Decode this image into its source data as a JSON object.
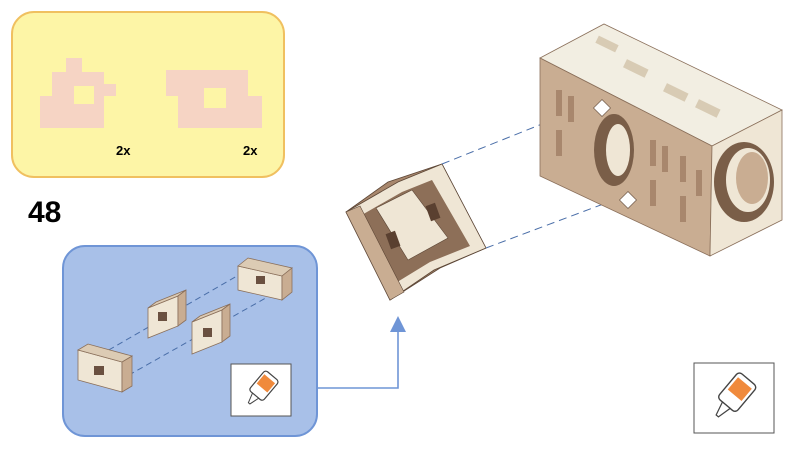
{
  "step": {
    "number": "48"
  },
  "parts_panel": {
    "parts": [
      {
        "name": "part-a",
        "quantity": "2x"
      },
      {
        "name": "part-b",
        "quantity": "2x"
      }
    ]
  },
  "subassembly_panel": {
    "tool": "glue-bottle-icon"
  },
  "main_tool": "glue-bottle-icon",
  "colors": {
    "parts_panel_bg": "#fdf5a6",
    "parts_panel_border": "#f0c060",
    "subassembly_panel_bg": "#a8c0e8",
    "subassembly_panel_border": "#6f95d6",
    "part_flat_fill": "#f6d4c4",
    "wood_light": "#efe6d5",
    "wood_side": "#c9ad92",
    "wood_dark": "#a8876d",
    "arrow": "#6f95d6",
    "dash_line": "#4a6ea8",
    "glue_orange": "#f08a3c"
  }
}
